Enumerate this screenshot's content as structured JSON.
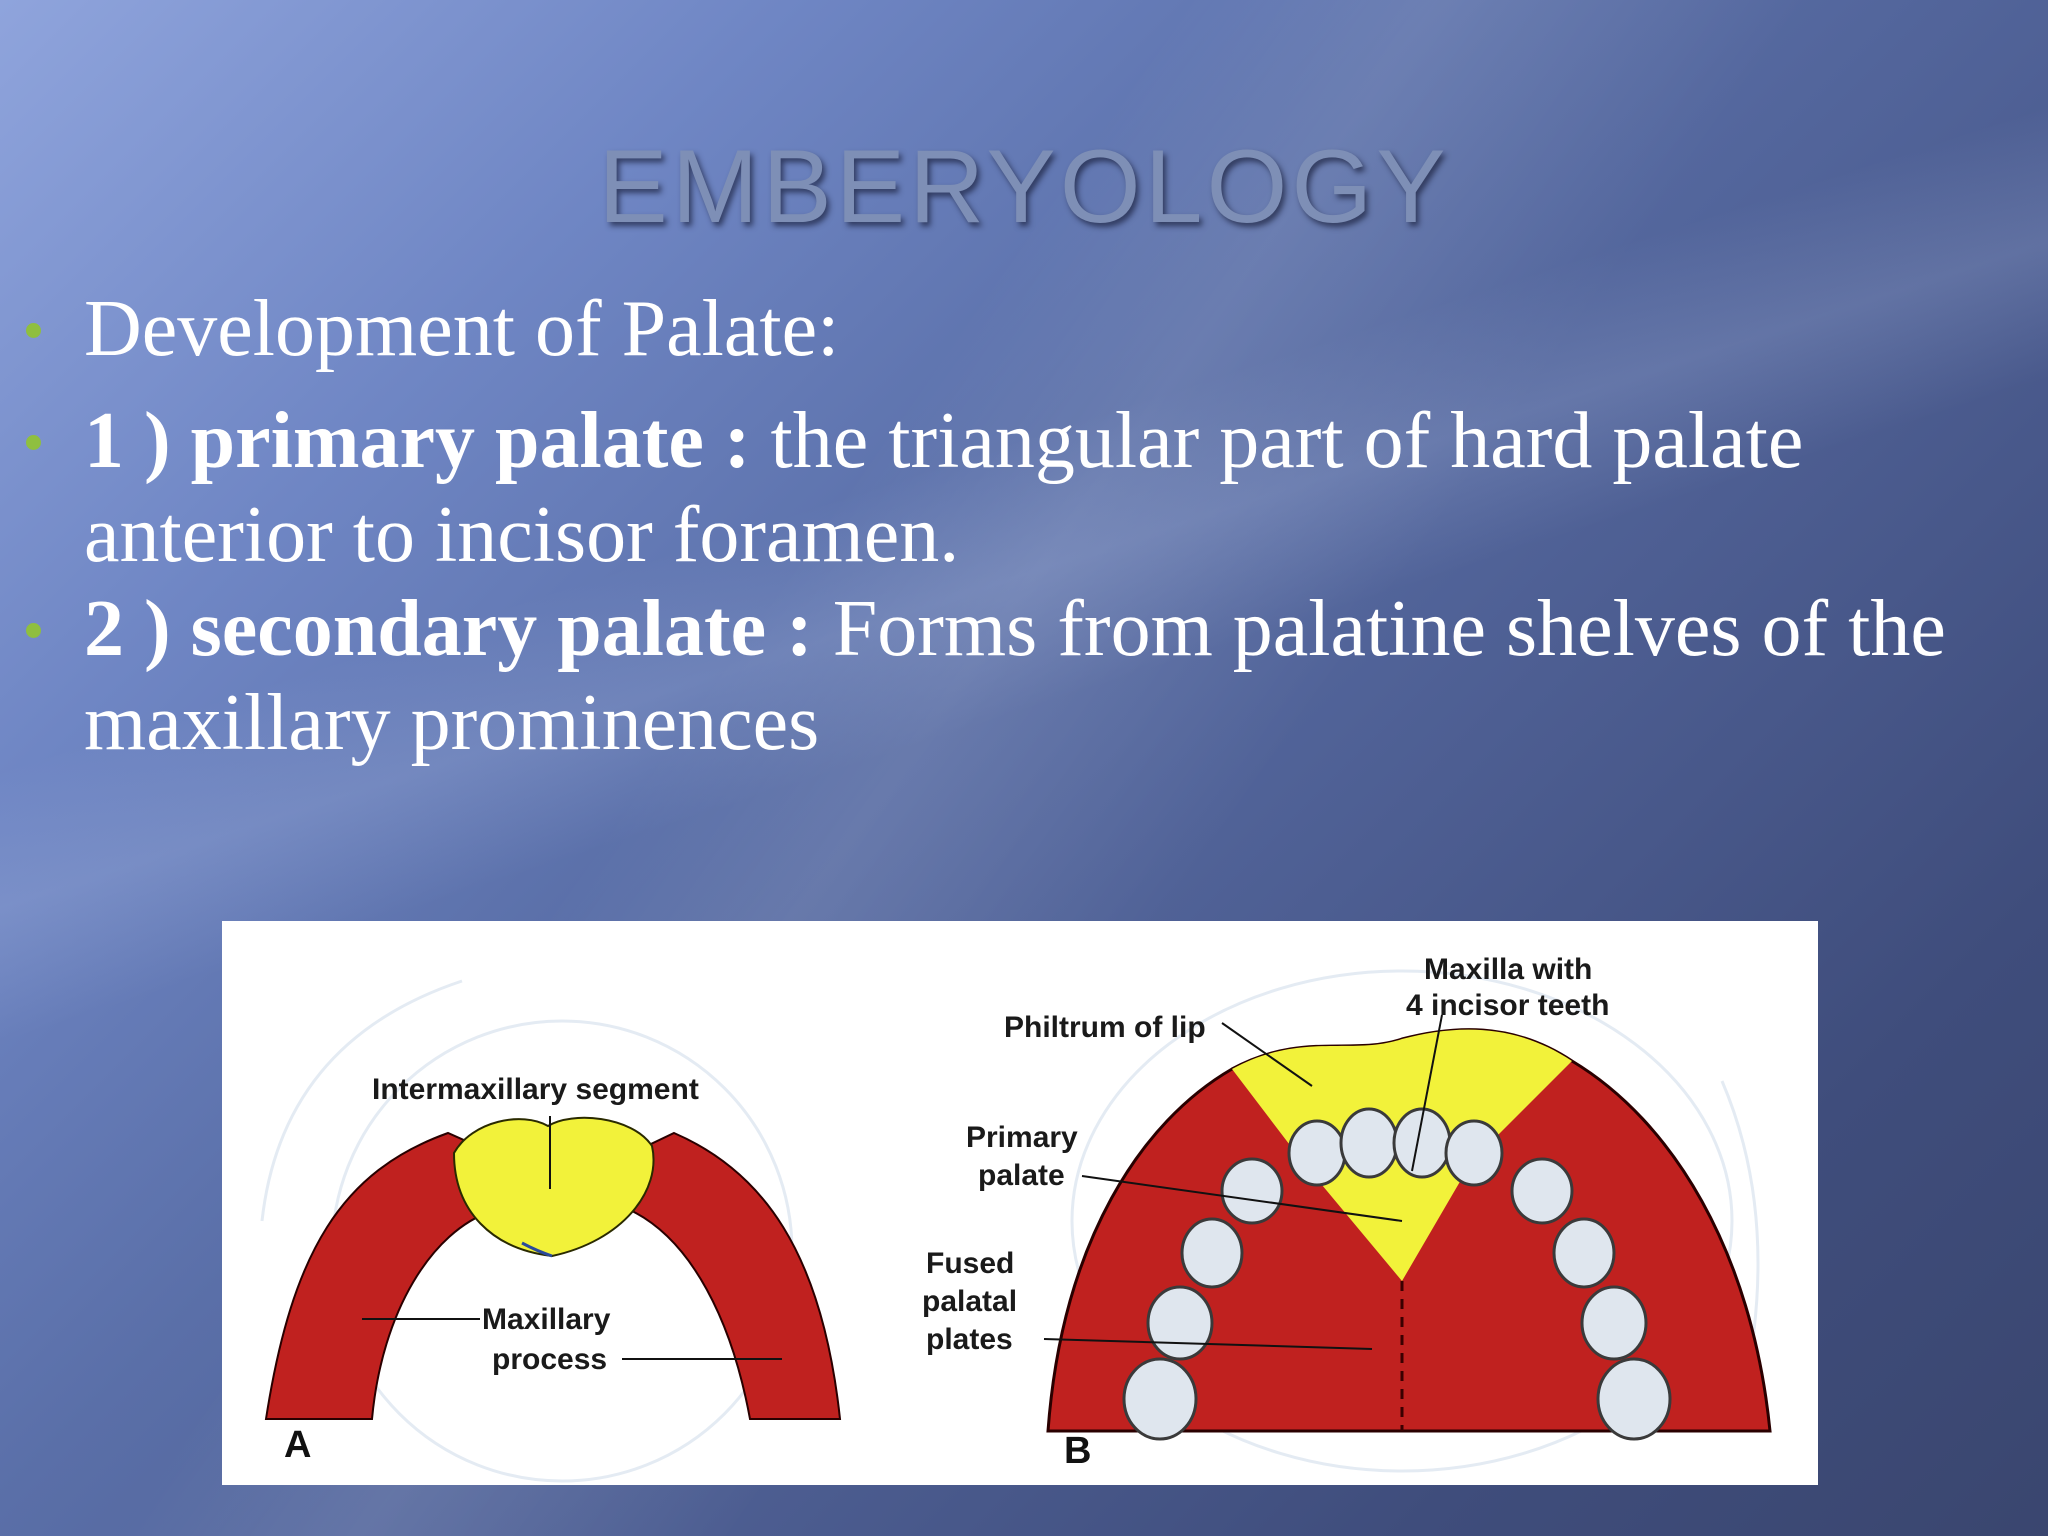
{
  "slide": {
    "title": "EMBERYOLOGY",
    "bullets": [
      {
        "bold": "",
        "text": "Development of Palate:"
      },
      {
        "bold": "1 ) primary palate :",
        "text": " the  triangular part of hard palate anterior to incisor foramen."
      },
      {
        "bold": "2 ) secondary palate :",
        "text": " Forms from palatine shelves of the maxillary prominences"
      }
    ]
  },
  "figure": {
    "panel_a": {
      "letter": "A",
      "label_intermaxillary": "Intermaxillary segment",
      "label_maxillary_1": "Maxillary",
      "label_maxillary_2": "process"
    },
    "panel_b": {
      "letter": "B",
      "label_philtrum": "Philtrum of lip",
      "label_maxilla_1": "Maxilla with",
      "label_maxilla_2": "4 incisor teeth",
      "label_primary_1": "Primary",
      "label_primary_2": "palate",
      "label_fused_1": "Fused",
      "label_fused_2": "palatal",
      "label_fused_3": "plates"
    },
    "colors": {
      "red": "#c0211f",
      "yellow": "#f2f23a",
      "tooth": "#dfe6ee"
    }
  }
}
